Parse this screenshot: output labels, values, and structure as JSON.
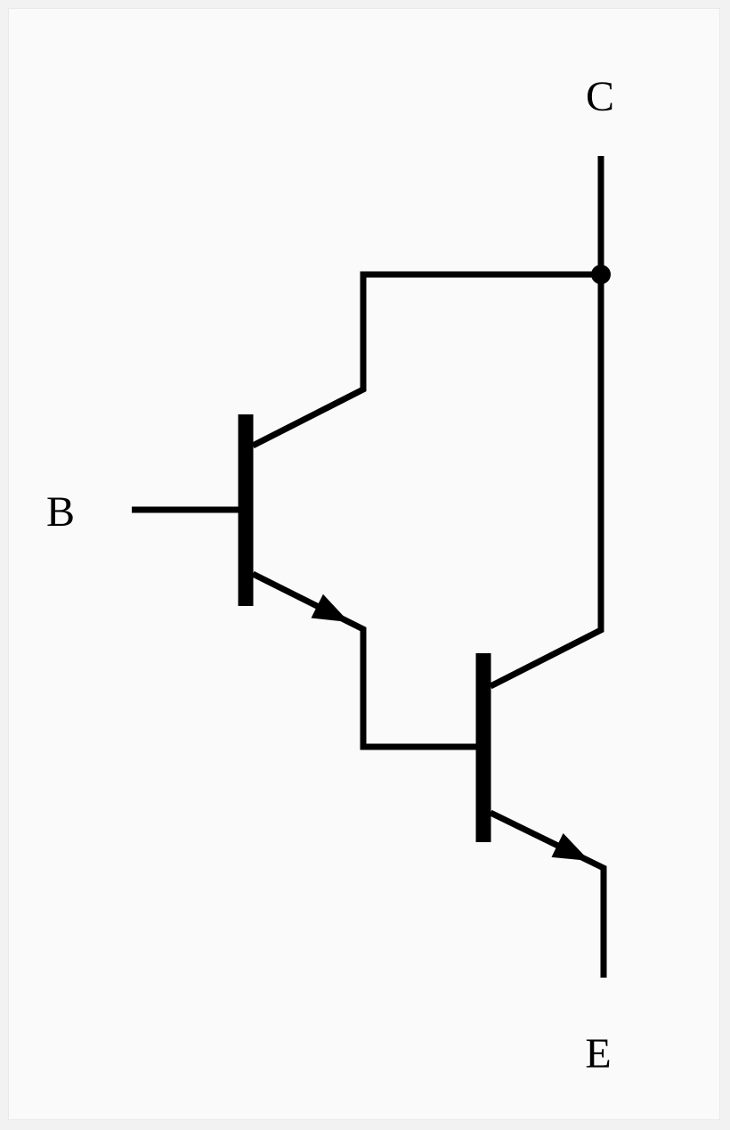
{
  "diagram": {
    "kind": "circuit-schematic",
    "component": "darlington-pair-npn",
    "labels": {
      "collector": "C",
      "base": "B",
      "emitter": "E"
    },
    "colors": {
      "line": "#000000",
      "background": "#f2f2f2",
      "canvas": "#fafafa"
    }
  }
}
